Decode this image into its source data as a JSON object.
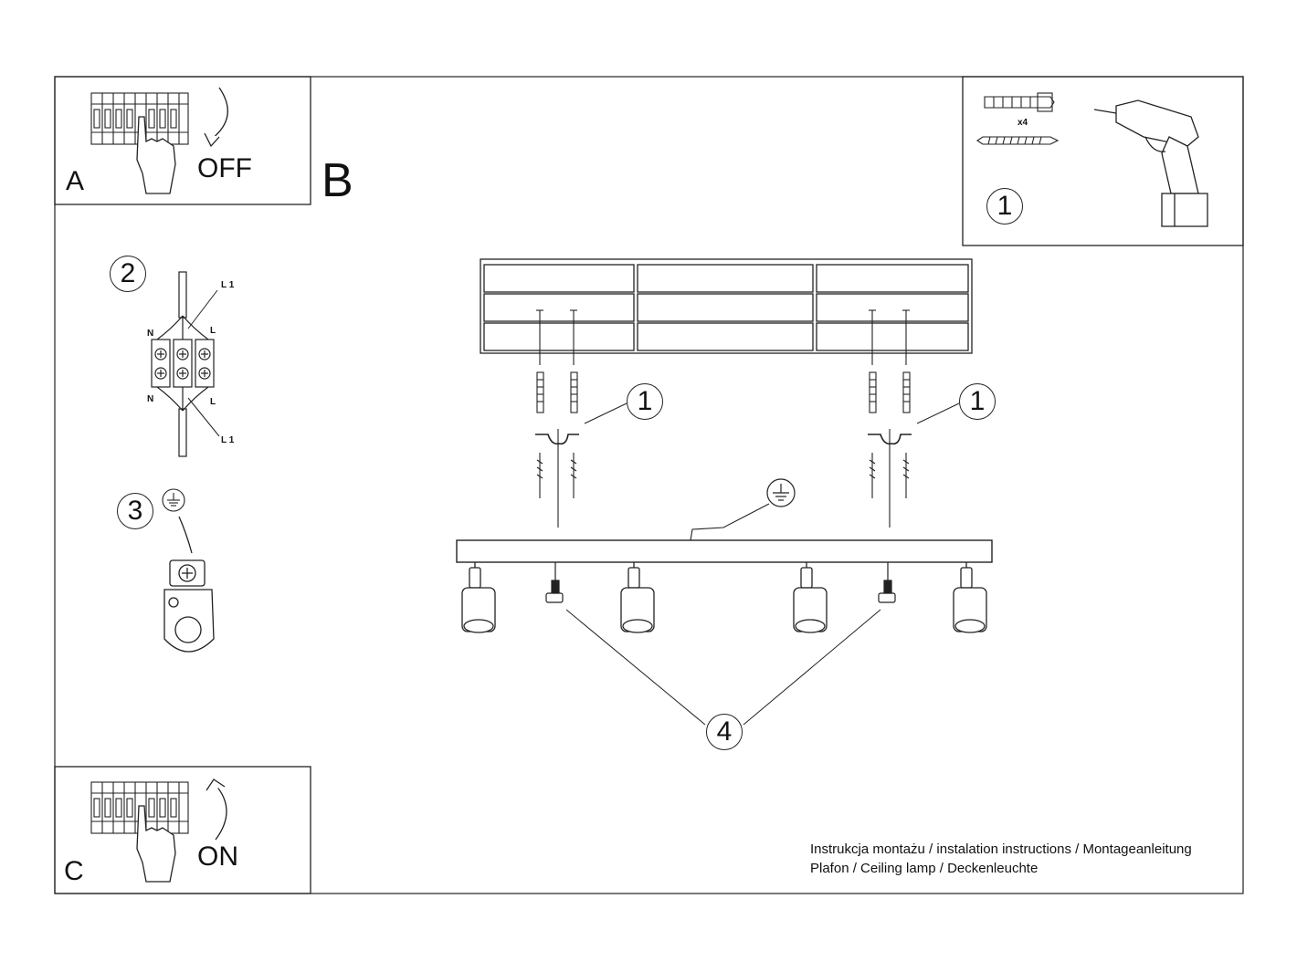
{
  "panels": {
    "a": {
      "letter": "A",
      "action": "OFF"
    },
    "b": {
      "letter": "B"
    },
    "c": {
      "letter": "C",
      "action": "ON"
    }
  },
  "tools_panel": {
    "quantity_label": "x4",
    "step": "1"
  },
  "wiring": {
    "step": "2",
    "terminal_labels": {
      "l1_top": "L 1",
      "n_top": "N",
      "l_top": "L",
      "n_bottom": "N",
      "l_bottom": "L",
      "l1_bottom": "L 1"
    }
  },
  "grounding": {
    "step": "3"
  },
  "assembly": {
    "left_bracket_step": "1",
    "right_bracket_step": "1",
    "spot_step": "4"
  },
  "caption": {
    "line1": "Instrukcja montażu / instalation instructions / Montageanleitung",
    "line2": "Plafon / Ceiling lamp / Deckenleuchte"
  }
}
